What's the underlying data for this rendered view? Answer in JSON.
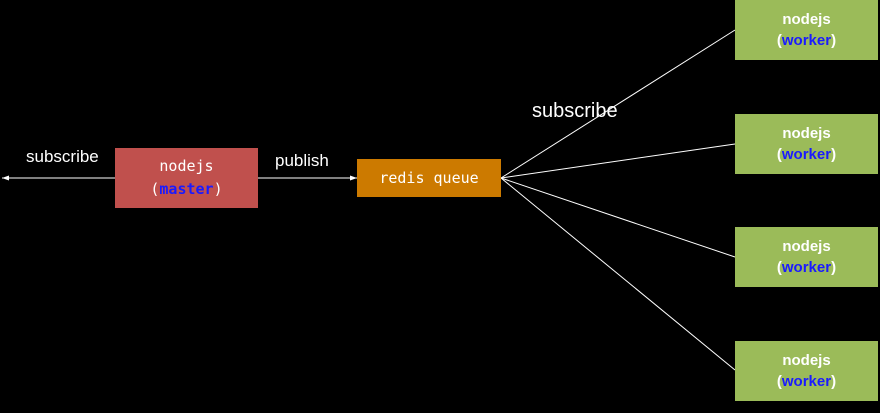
{
  "labels": {
    "left_subscribe": "subscribe",
    "publish": "publish",
    "right_subscribe": "subscribe"
  },
  "master": {
    "name": "nodejs",
    "open_paren": "(",
    "role": "master",
    "close_paren": ")"
  },
  "redis": {
    "label": "redis queue"
  },
  "workers": [
    {
      "name": "nodejs",
      "open_paren": "(",
      "role": "worker",
      "close_paren": ")"
    },
    {
      "name": "nodejs",
      "open_paren": "(",
      "role": "worker",
      "close_paren": ")"
    },
    {
      "name": "nodejs",
      "open_paren": "(",
      "role": "worker",
      "close_paren": ")"
    },
    {
      "name": "nodejs",
      "open_paren": "(",
      "role": "worker",
      "close_paren": ")"
    }
  ],
  "colors": {
    "background": "#000000",
    "master_box": "#c0504d",
    "redis_box": "#cc7a00",
    "worker_box": "#9bbb59",
    "role_text": "#1a1aff",
    "line": "#ffffff"
  }
}
